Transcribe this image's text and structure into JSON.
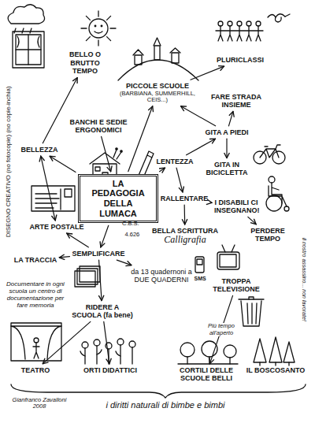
{
  "diagram": {
    "nodes": [
      {
        "text": [
          "BELLO O BRUTTO TEMPO"
        ]
      },
      {
        "text": [
          "PICCOLE SCUOLE",
          "(BARBIANA, SUMMERHILL, CEIS...)"
        ]
      },
      {
        "text": [
          "PLURICLASSI"
        ]
      },
      {
        "text": [
          "FARE STRADA INSIEME"
        ]
      },
      {
        "text": [
          "BANCHI E SEDIE ERGONOMICI"
        ]
      },
      {
        "text": [
          "BELLEZZA"
        ]
      },
      {
        "text": [
          "GITA A PIEDI"
        ]
      },
      {
        "text": [
          "LENTEZZA"
        ]
      },
      {
        "text": [
          "GITA IN BICICLETTA"
        ]
      },
      {
        "text": [
          "LA PEDAGOGIA DELLA LUMACA"
        ]
      },
      {
        "text": [
          "RALLENTARE"
        ]
      },
      {
        "text": [
          "I DISABILI CI INSEGNANO!"
        ]
      },
      {
        "text": [
          "PERDERE TEMPO"
        ]
      },
      {
        "text": [
          "ARTE POSTALE"
        ]
      },
      {
        "text": [
          "BELLA SCRITTURA",
          "Calligrafia"
        ]
      },
      {
        "text": [
          "SEMPLIFICARE"
        ]
      },
      {
        "text": [
          "da 13 quadernoni a DUE QUADERNI"
        ]
      },
      {
        "text": [
          "LA TRACCIA"
        ]
      },
      {
        "text": [
          "Documentare in ogni scuola un centro di documentazione per fare memoria"
        ]
      },
      {
        "text": [
          "RIDERE A SCUOLA (fa bene)"
        ]
      },
      {
        "text": [
          "TROPPA TELEVISIONE"
        ]
      },
      {
        "text": [
          "TEATRO"
        ]
      },
      {
        "text": [
          "ORTI DIDATTICI"
        ]
      },
      {
        "text": [
          "CORTILI DELLE SCUOLE BELLI"
        ]
      },
      {
        "text": [
          "IL BOSCOSANTO"
        ]
      }
    ],
    "edges": [
      {
        "from": 9,
        "to": 1,
        "arrow": "to"
      },
      {
        "from": 1,
        "to": 2,
        "arrow": "to"
      },
      {
        "from": 4,
        "to": 9,
        "arrow": "to"
      },
      {
        "from": 9,
        "to": 5,
        "arrow": "to"
      },
      {
        "from": 5,
        "to": 0,
        "arrow": "to"
      },
      {
        "from": 5,
        "to": 13,
        "arrow": "both"
      },
      {
        "from": 9,
        "to": 7,
        "arrow": "to"
      },
      {
        "from": 7,
        "to": 6,
        "arrow": "to"
      },
      {
        "from": 6,
        "to": 3,
        "arrow": "to"
      },
      {
        "from": 6,
        "to": 8,
        "arrow": "to"
      },
      {
        "from": 6,
        "to": 1,
        "arrow": "to"
      },
      {
        "from": 7,
        "to": 10,
        "arrow": "to"
      },
      {
        "from": 10,
        "to": 11,
        "arrow": "to"
      },
      {
        "from": 11,
        "to": 12,
        "arrow": "to"
      },
      {
        "from": 10,
        "to": 14,
        "arrow": "to"
      },
      {
        "from": 9,
        "to": 15,
        "arrow": "to"
      },
      {
        "from": 15,
        "to": 13,
        "arrow": "to"
      },
      {
        "from": 15,
        "to": 17,
        "arrow": "to"
      },
      {
        "from": 15,
        "to": 16,
        "arrow": "to"
      },
      {
        "from": 15,
        "to": 19,
        "arrow": "to"
      },
      {
        "from": 19,
        "to": 21,
        "arrow": "to"
      },
      {
        "from": 19,
        "to": 22,
        "arrow": "to"
      },
      {
        "from": 20,
        "to": 23,
        "label": "Più tempo all'aperto",
        "arrow": "to"
      }
    ],
    "labels": [
      "C.B.S.",
      "4.626",
      "SMS",
      "DISEGNO CREATIVO (no fotocopie) (no copie-inchia)",
      "il nostro assassino... non lavorate!",
      "i diritti naturali di bimbe e bimbi",
      "Gianfranco Zavalloni 2008"
    ]
  }
}
